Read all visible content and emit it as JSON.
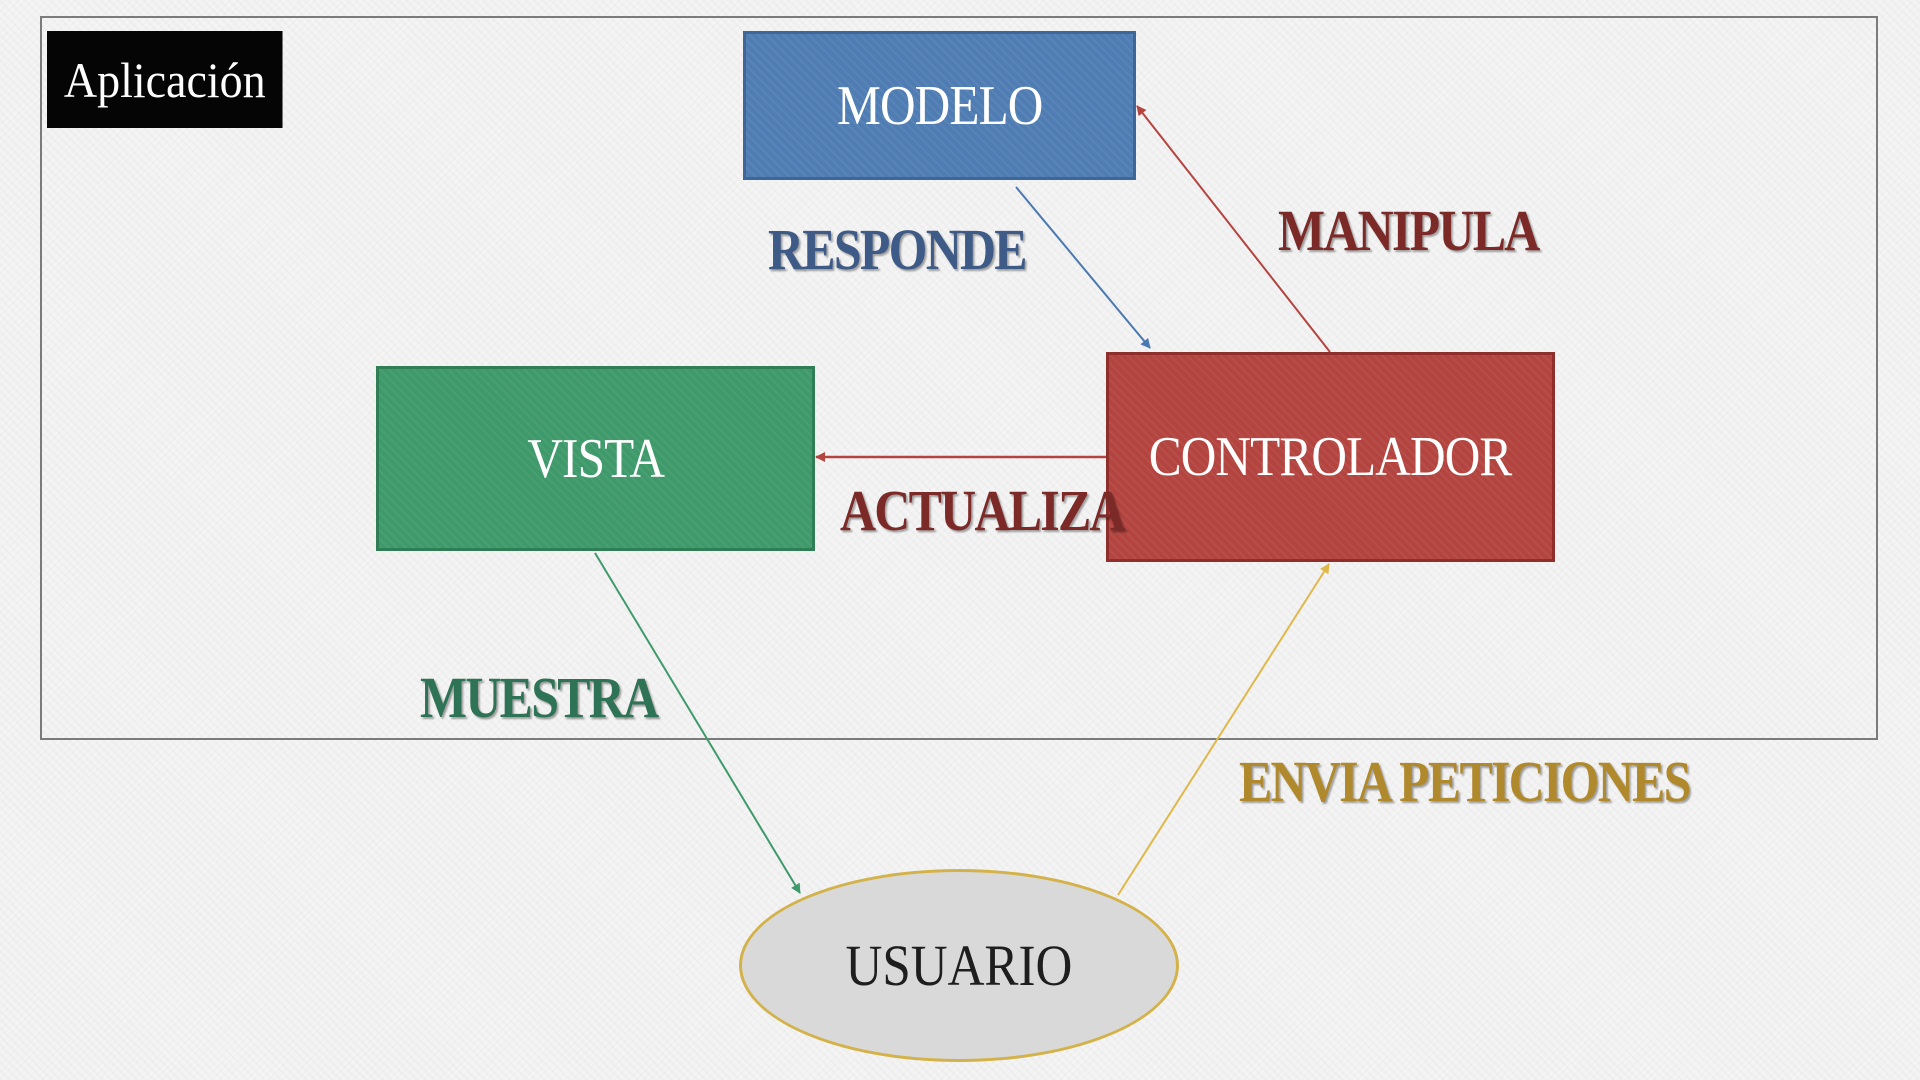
{
  "application": {
    "label": "Aplicación"
  },
  "nodes": {
    "modelo": "MODELO",
    "vista": "VISTA",
    "controlador": "CONTROLADOR",
    "usuario": "USUARIO"
  },
  "edges": {
    "responde": "RESPONDE",
    "manipula": "MANIPULA",
    "actualiza": "ACTUALIZA",
    "muestra": "MUESTRA",
    "envia_peticiones": "ENVIA PETICIONES"
  },
  "colors": {
    "modelo": "#4f7db3",
    "vista": "#3f9a6b",
    "controlador": "#b3443f",
    "usuario": "#d9d9d9",
    "responde_arrow": "#4a78b0",
    "manipula_arrow": "#b3443f",
    "actualiza_arrow": "#b3443f",
    "muestra_arrow": "#3f9a6b",
    "envia_arrow": "#e0b84a"
  }
}
